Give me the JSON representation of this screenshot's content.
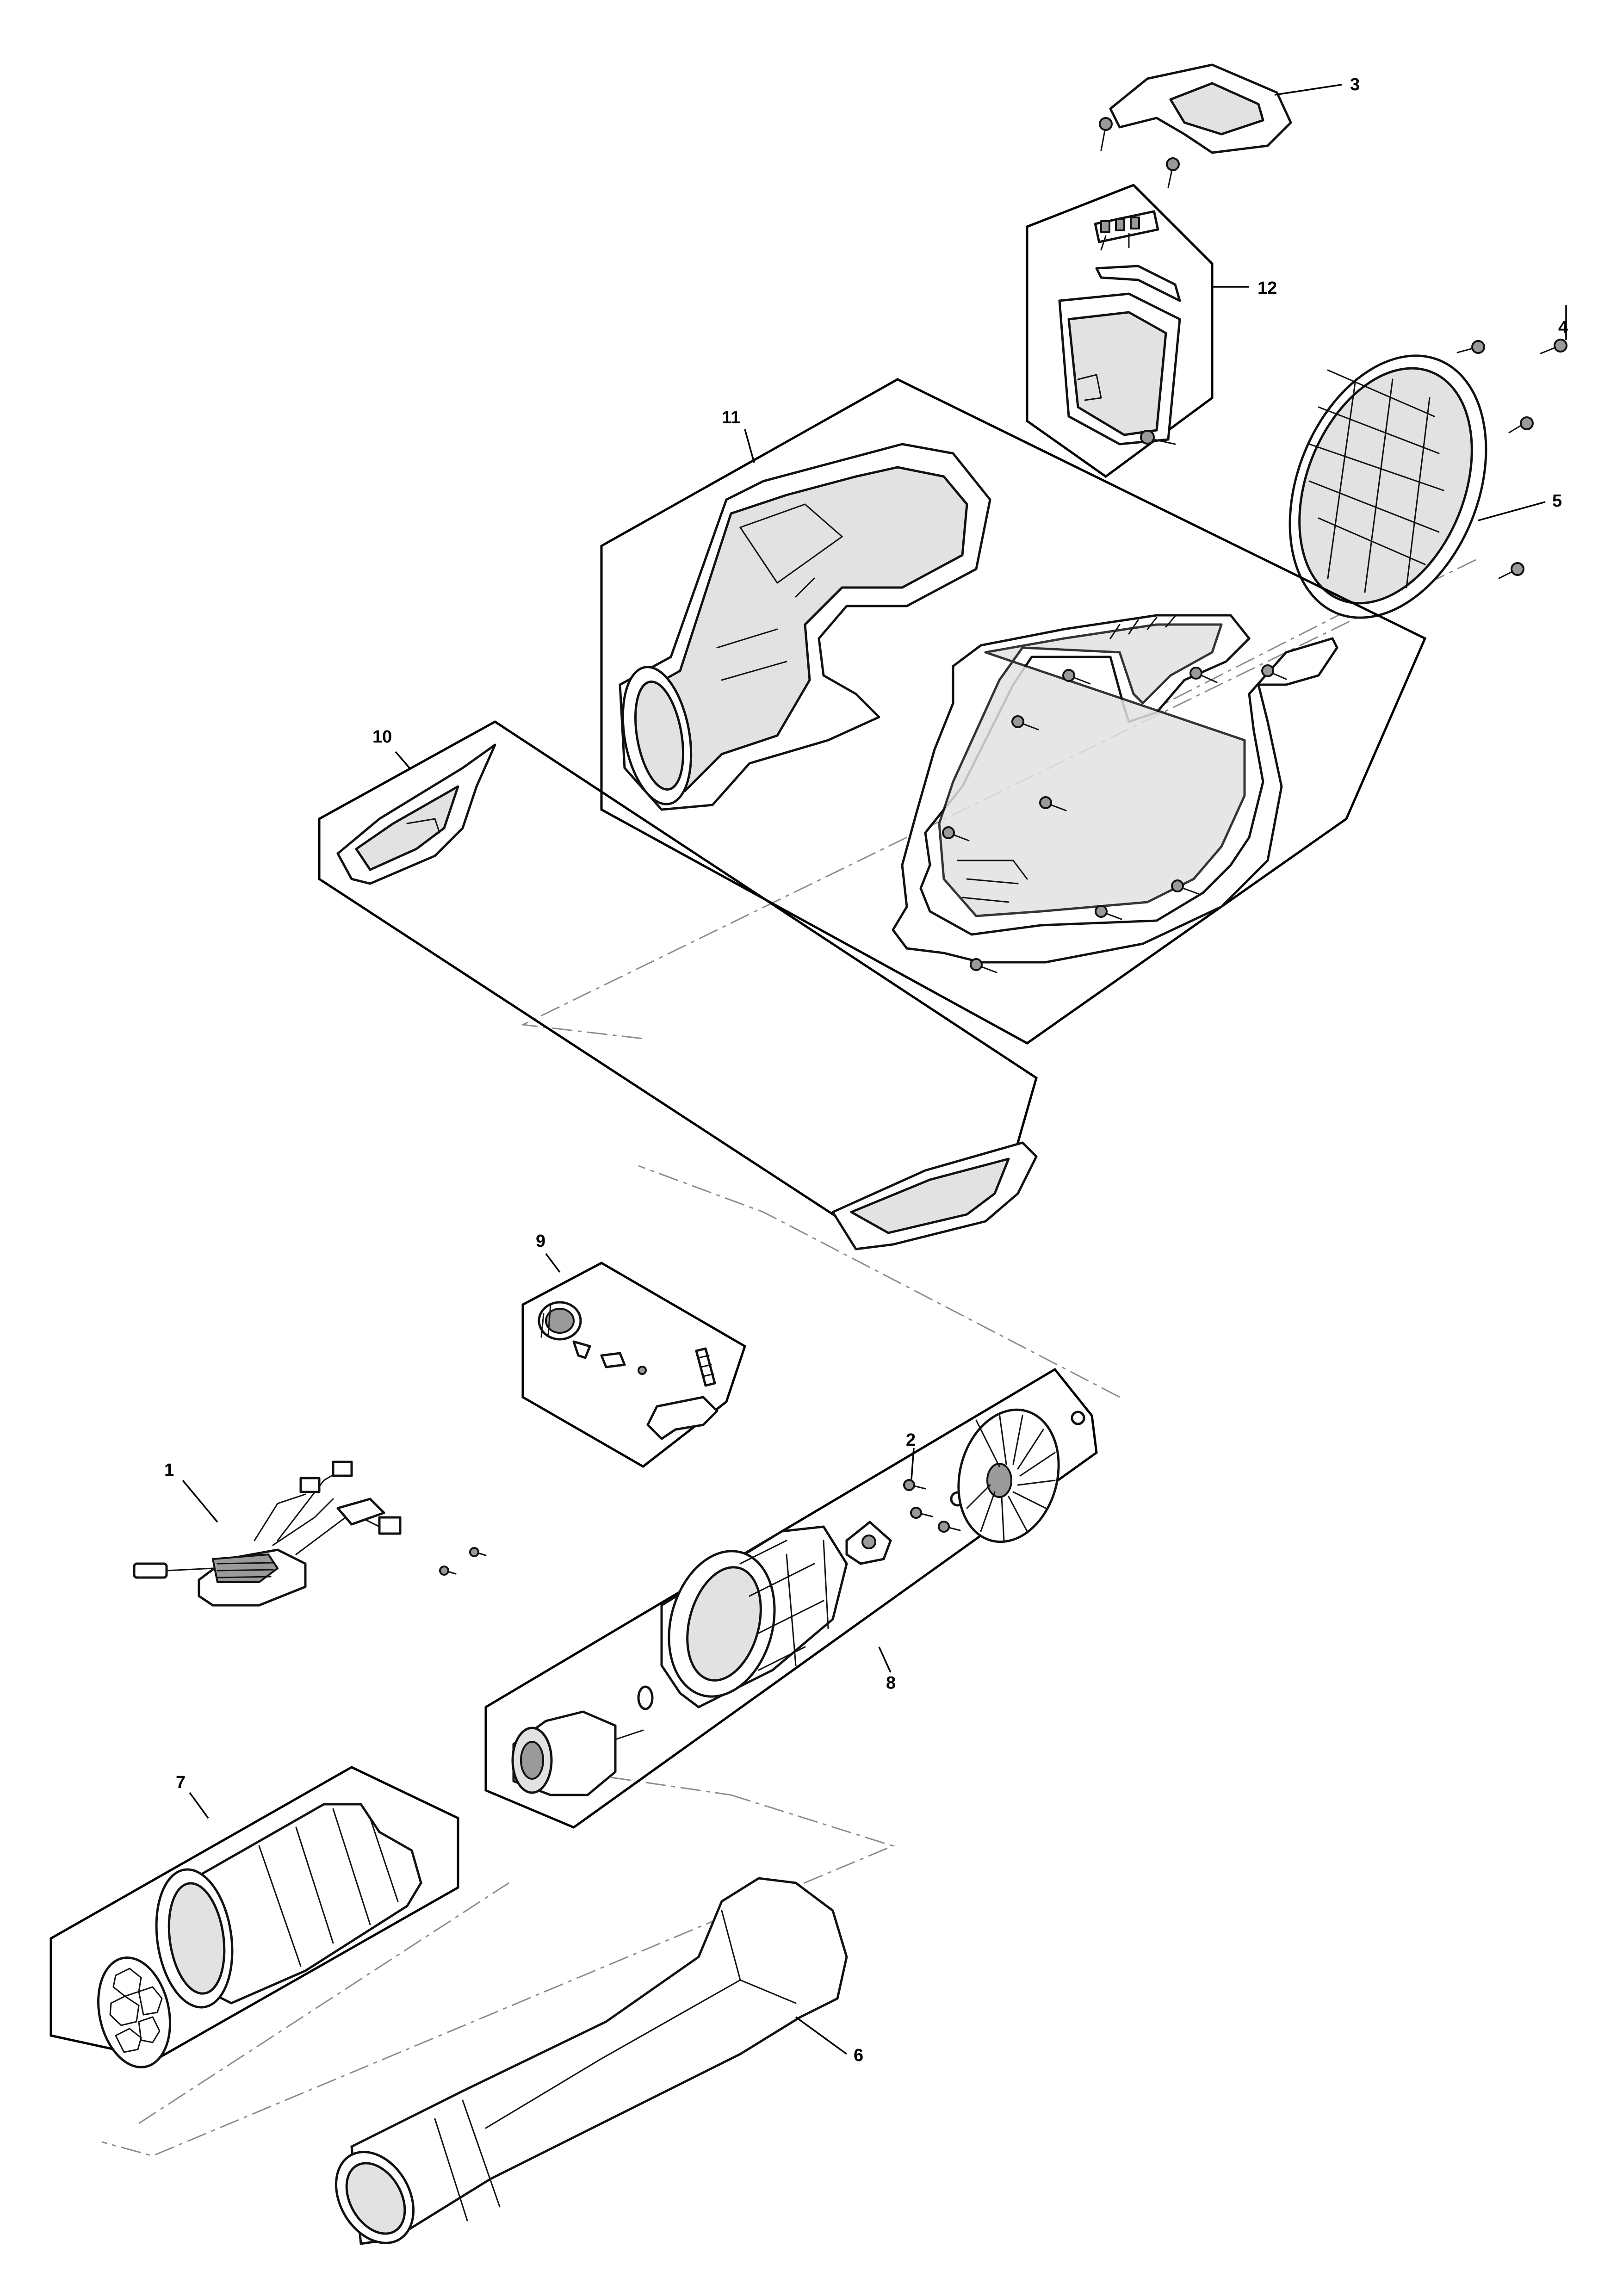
{
  "callouts": [
    {
      "id": "1",
      "text": "1"
    },
    {
      "id": "2",
      "text": "2"
    },
    {
      "id": "3",
      "text": "3"
    },
    {
      "id": "4",
      "text": "4"
    },
    {
      "id": "5",
      "text": "5"
    },
    {
      "id": "6",
      "text": "6"
    },
    {
      "id": "7",
      "text": "7"
    },
    {
      "id": "8",
      "text": "8"
    },
    {
      "id": "9",
      "text": "9"
    },
    {
      "id": "10",
      "text": "10"
    },
    {
      "id": "11",
      "text": "11"
    },
    {
      "id": "12",
      "text": "12"
    }
  ],
  "colors": {
    "line": "#111111",
    "part_fill": "#ffffff",
    "shade": "#e2e2e2",
    "centerline": "#8c8c8c"
  }
}
